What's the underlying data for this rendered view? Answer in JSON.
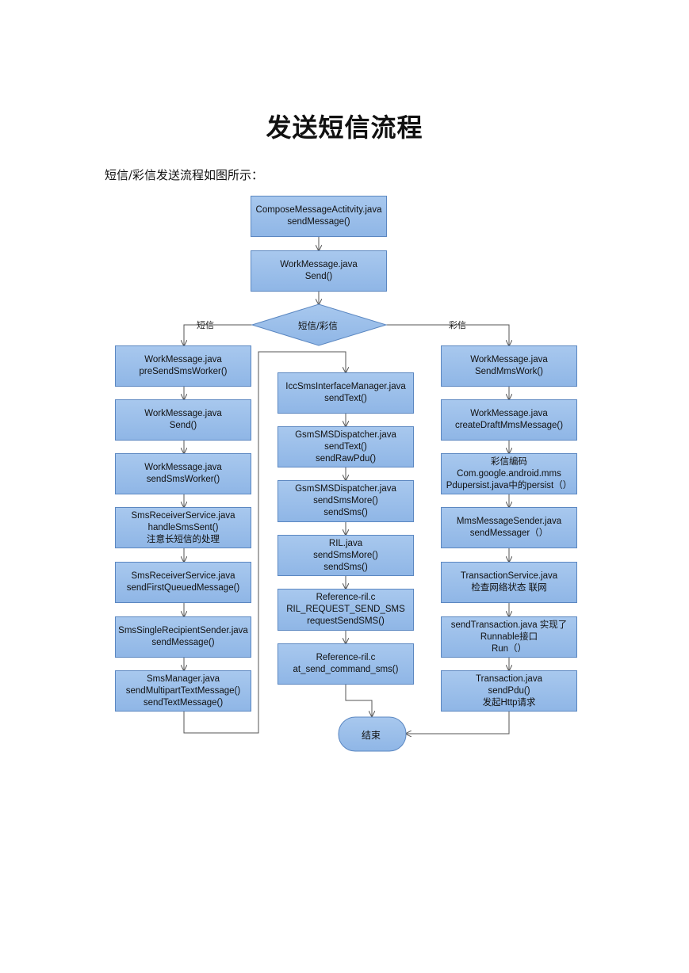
{
  "page": {
    "title": "发送短信流程",
    "intro": "短信/彩信发送流程如图所示："
  },
  "top": {
    "compose": [
      "ComposeMessageActitvity.java",
      "sendMessage()"
    ],
    "work": [
      "WorkMessage.java",
      "Send()"
    ],
    "decision": "短信/彩信",
    "branch_left": "短信",
    "branch_right": "彩信"
  },
  "left": [
    [
      "WorkMessage.java",
      "preSendSmsWorker()"
    ],
    [
      "WorkMessage.java",
      "Send()"
    ],
    [
      "WorkMessage.java",
      "sendSmsWorker()"
    ],
    [
      "SmsReceiverService.java",
      "handleSmsSent()",
      "注意长短信的处理"
    ],
    [
      "SmsReceiverService.java",
      "sendFirstQueuedMessage()"
    ],
    [
      "SmsSingleRecipientSender.java",
      "sendMessage()"
    ],
    [
      "SmsManager.java",
      "sendMultipartTextMessage()",
      "sendTextMessage()"
    ]
  ],
  "middle": [
    [
      "IccSmsInterfaceManager.java",
      "sendText()"
    ],
    [
      "GsmSMSDispatcher.java",
      "sendText()",
      "sendRawPdu()"
    ],
    [
      "GsmSMSDispatcher.java",
      "sendSmsMore()",
      "sendSms()"
    ],
    [
      "RIL.java",
      "sendSmsMore()",
      "sendSms()"
    ],
    [
      "Reference-ril.c",
      "RIL_REQUEST_SEND_SMS",
      "requestSendSMS()"
    ],
    [
      "Reference-ril.c",
      "at_send_command_sms()"
    ]
  ],
  "right": [
    [
      "WorkMessage.java",
      "SendMmsWork()"
    ],
    [
      "WorkMessage.java",
      "createDraftMmsMessage()"
    ],
    [
      "彩信编码",
      "Com.google.android.mms",
      "Pdupersist.java中的persist（）"
    ],
    [
      "MmsMessageSender.java",
      "sendMessager（）"
    ],
    [
      "TransactionService.java",
      "检查网络状态 联网"
    ],
    [
      "sendTransaction.java 实现了",
      "Runnable接口",
      "Run（）"
    ],
    [
      "Transaction.java",
      "sendPdu()",
      "发起Http请求"
    ]
  ],
  "end": "结束",
  "colors": {
    "box_fill": "#9fc2ec",
    "box_border": "#5b87c1",
    "line": "#555555"
  }
}
